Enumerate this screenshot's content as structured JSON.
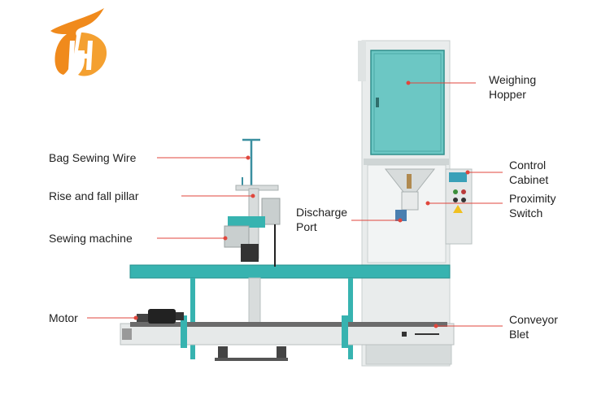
{
  "labels": {
    "bag_sewing_wire": "Bag Sewing Wire",
    "rise_and_fall_pillar": "Rise and fall pillar",
    "sewing_machine": "Sewing machine",
    "motor": "Motor",
    "discharge_port": [
      "Discharge",
      "Port"
    ],
    "weighing_hopper": [
      "Weighing",
      "Hopper"
    ],
    "control_cabinet": [
      "Control",
      "Cabinet"
    ],
    "proximity_switch": [
      "Proximity",
      "Switch"
    ],
    "conveyor_belt": [
      "Conveyor",
      "Blet"
    ]
  },
  "colors": {
    "leader_line": "#e0463c",
    "machine_teal": "#37b3b0",
    "frame_light": "#e9ecec",
    "logo_orange": "#f08a1c"
  }
}
